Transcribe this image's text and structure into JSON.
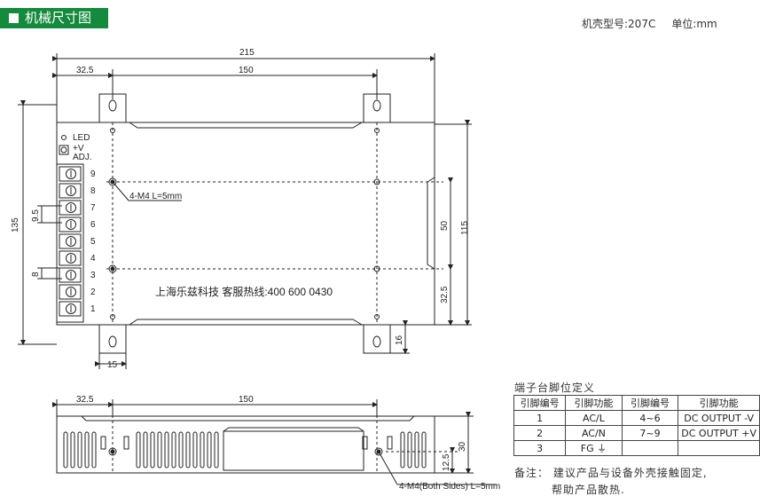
{
  "title": "机械尺寸图",
  "spec": {
    "case": "机壳型号:207C",
    "unit": "单位:mm"
  },
  "top_view": {
    "dims": {
      "overall_width": "215",
      "offset": "32.5",
      "hole_spacing": "150",
      "height_overall": "135",
      "height_right": "115",
      "hole_vertical": "50",
      "bottom_offset": "32.5",
      "tab_width": "15",
      "tab_height": "16",
      "terminal_pitch": "9.5",
      "terminal_gap": "8"
    },
    "led_label": "LED",
    "vplus_label": "+V",
    "adj_label": "ADJ.",
    "terminals": [
      "9",
      "8",
      "7",
      "6",
      "5",
      "4",
      "3",
      "2",
      "1"
    ],
    "mount_label": "4-M4 L=5mm",
    "watermark": "上海乐兹科技 客服热线:400 600 0430"
  },
  "side_view": {
    "dims": {
      "offset": "32.5",
      "hole_spacing": "150",
      "height": "30",
      "hole_height": "12.5"
    },
    "mount_label": "4-M4(Both Sides) L=5mm"
  },
  "pin_table": {
    "title": "端子台脚位定义",
    "headers": [
      "引脚编号",
      "引脚功能",
      "引脚编号",
      "引脚功能"
    ],
    "rows": [
      [
        "1",
        "AC/L",
        "4~6",
        "DC OUTPUT -V"
      ],
      [
        "2",
        "AC/N",
        "7~9",
        "DC OUTPUT +V"
      ],
      [
        "3",
        "FG ⏚",
        "",
        ""
      ]
    ]
  },
  "note": {
    "line1": "备注：  建议产品与设备外壳接触固定,",
    "line2": "帮助产品散热."
  }
}
